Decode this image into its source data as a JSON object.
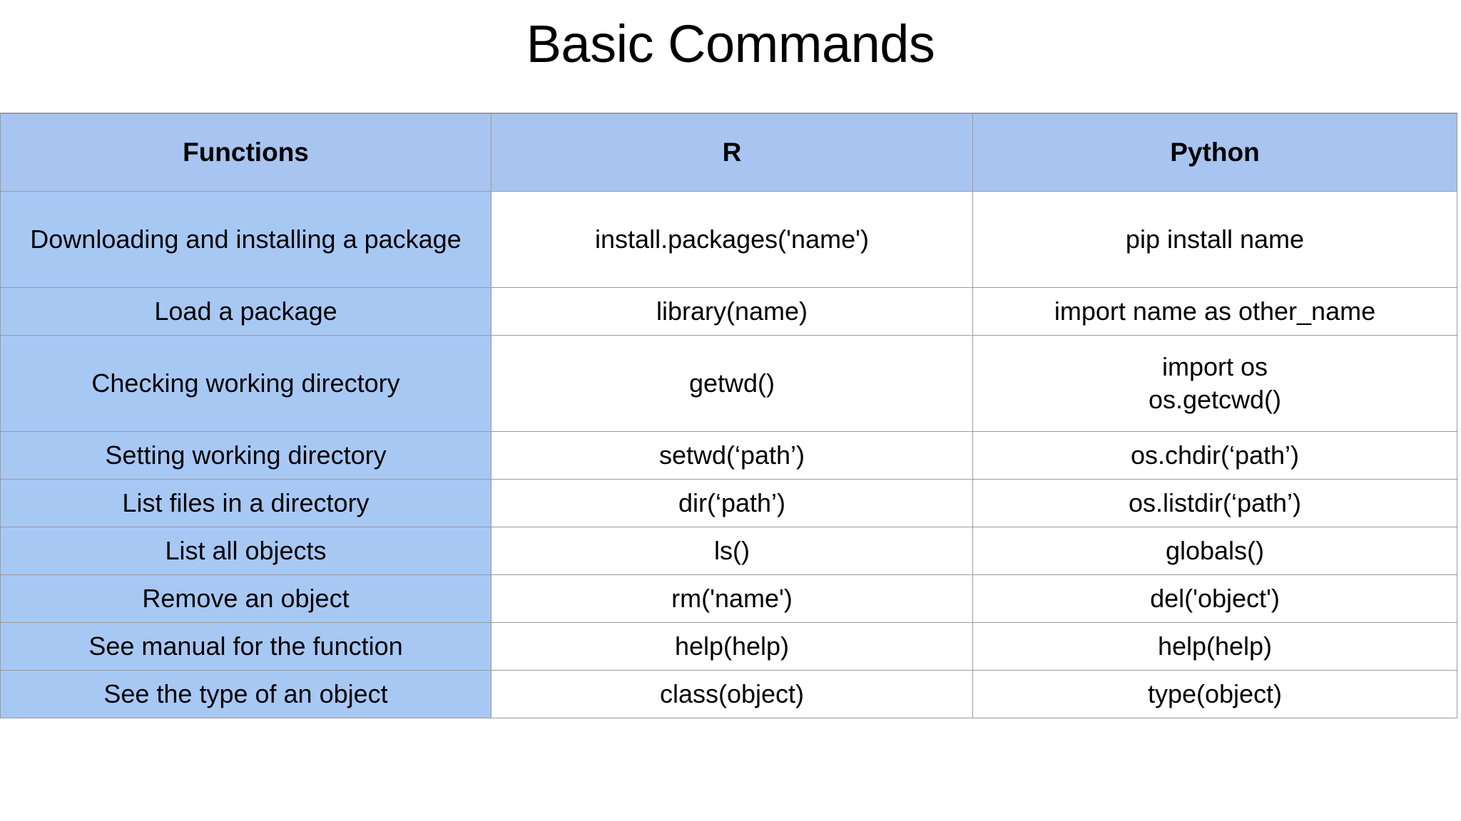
{
  "title": "Basic Commands",
  "colors": {
    "header_blue": "#a8c4f0",
    "row_label_blue": "#a8c8f4",
    "border_gray": "#9a9a9a",
    "background": "#ffffff",
    "text": "#000000"
  },
  "table": {
    "columns": [
      "Functions",
      "R",
      "Python"
    ],
    "rows": [
      {
        "function": "Downloading and installing a package",
        "r": "install.packages('name')",
        "python": "pip install name",
        "height": "tall"
      },
      {
        "function": "Load a package",
        "r": "library(name)",
        "python": "import name as other_name",
        "height": "std"
      },
      {
        "function": "Checking working directory",
        "r": "getwd()",
        "python_line1": "import os",
        "python_line2": "os.getcwd()",
        "height": "tall"
      },
      {
        "function": "Setting working directory",
        "r": "setwd(‘path’)",
        "python": "os.chdir(‘path’)",
        "height": "std"
      },
      {
        "function": "List files in a directory",
        "r": "dir(‘path’)",
        "python": "os.listdir(‘path’)",
        "height": "std"
      },
      {
        "function": "List all objects",
        "r": "ls()",
        "python": "globals()",
        "height": "std"
      },
      {
        "function": "Remove an object",
        "r": "rm('name')",
        "python": "del('object')",
        "height": "std"
      },
      {
        "function": "See manual for the function",
        "r": "help(help)",
        "python": "help(help)",
        "height": "std"
      },
      {
        "function": "See the type of an object",
        "r": "class(object)",
        "python": "type(object)",
        "height": "std"
      }
    ]
  }
}
